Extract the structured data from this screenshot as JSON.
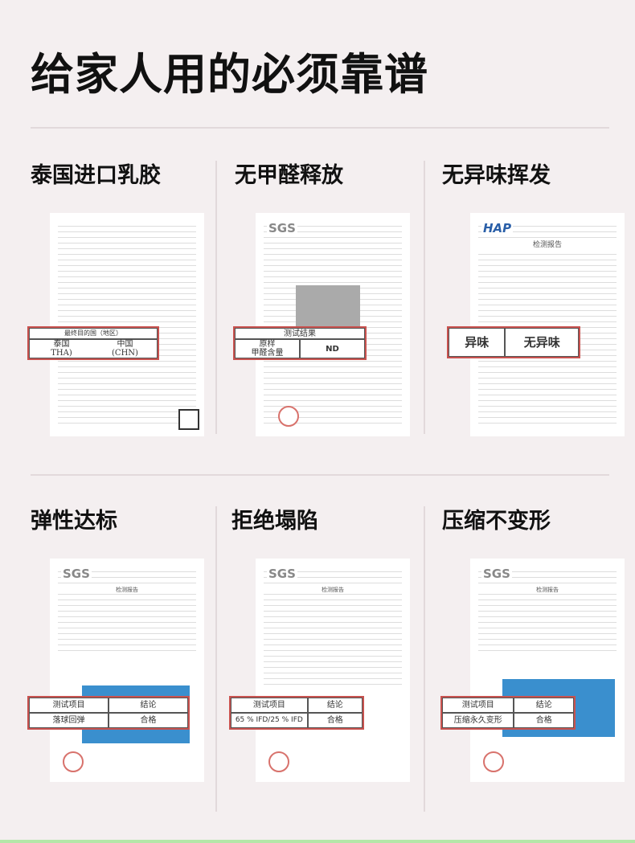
{
  "title": "给家人用的必须靠谱",
  "sections": [
    {
      "heading": "泰国进口乳胶",
      "callout": {
        "header": "最终目的国（地区）",
        "cells": [
          "泰国\nTHA)",
          "中国\n(CHN)"
        ]
      }
    },
    {
      "heading": "无甲醛释放",
      "doc_logo": "SGS",
      "callout": {
        "header": "测试结果",
        "cells": [
          "原样\n甲醛含量",
          "ND"
        ]
      }
    },
    {
      "heading": "无异味挥发",
      "doc_logo": "HAP",
      "doc_heading": "检测报告",
      "callout": {
        "cells": [
          "异味",
          "无异味"
        ]
      }
    },
    {
      "heading": "弹性达标",
      "doc_logo": "SGS",
      "doc_heading": "检测报告",
      "callout": {
        "cells": [
          "测试项目",
          "结论",
          "落球回弹",
          "合格"
        ]
      }
    },
    {
      "heading": "拒绝塌陷",
      "doc_logo": "SGS",
      "doc_heading": "检测报告",
      "callout": {
        "cells": [
          "测试项目",
          "结论",
          "65 % IFD/25 % IFD",
          "合格"
        ]
      }
    },
    {
      "heading": "压缩不变形",
      "doc_logo": "SGS",
      "doc_heading": "检测报告",
      "callout": {
        "cells": [
          "测试项目",
          "结论",
          "压缩永久变形",
          "合格"
        ]
      }
    }
  ]
}
